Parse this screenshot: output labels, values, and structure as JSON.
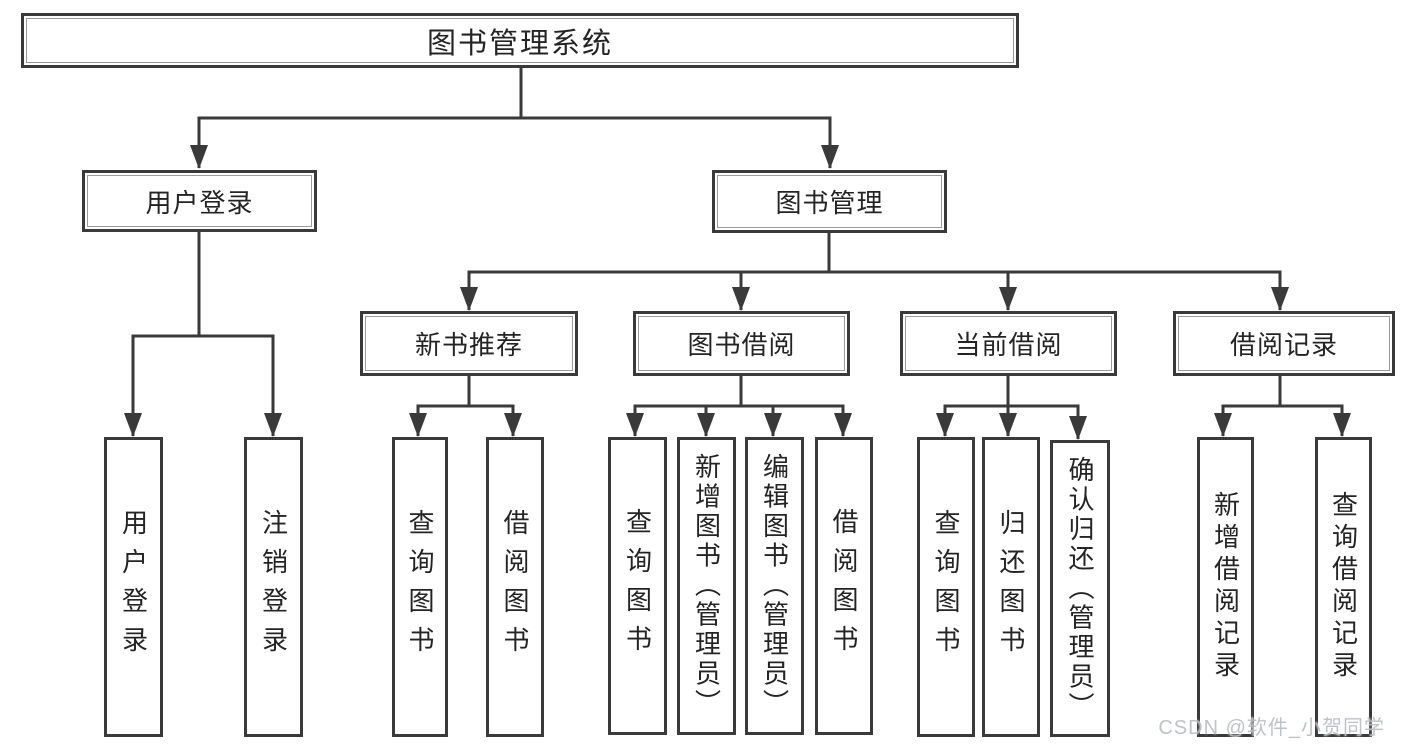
{
  "tree": {
    "root": "图书管理系统",
    "branches": [
      {
        "label": "用户登录",
        "leaves": [
          "用户登录",
          "注销登录"
        ]
      },
      {
        "label": "图书管理",
        "groups": [
          {
            "label": "新书推荐",
            "leaves": [
              "查询图书",
              "借阅图书"
            ]
          },
          {
            "label": "图书借阅",
            "leaves": [
              "查询图书",
              "新增图书（管理员）",
              "编辑图书（管理员）",
              "借阅图书"
            ]
          },
          {
            "label": "当前借阅",
            "leaves": [
              "查询图书",
              "归还图书",
              "确认归还（管理员）"
            ]
          },
          {
            "label": "借阅记录",
            "leaves": [
              "新增借阅记录",
              "查询借阅记录"
            ]
          }
        ]
      }
    ]
  },
  "watermark": {
    "text": "CSDN @软件_小贺同学"
  },
  "colors": {
    "line": "#3a3a3a",
    "text": "#242424",
    "watermark": "#b9bdc3"
  }
}
